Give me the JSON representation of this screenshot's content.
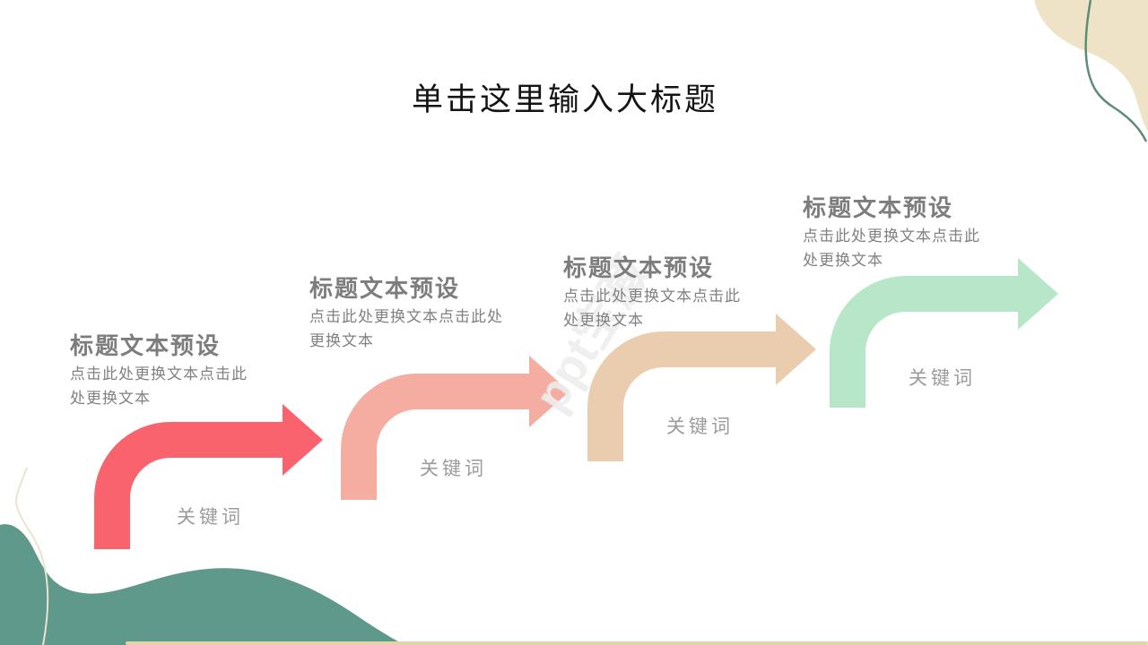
{
  "slide": {
    "title": "单击这里输入大标题"
  },
  "watermark": {
    "text": "ppt宝藏"
  },
  "sections": [
    {
      "heading": "标题文本预设",
      "body": "点击此处更换文本点击此处更换文本",
      "keyword": "关键词",
      "arrow_color": "#F8636E"
    },
    {
      "heading": "标题文本预设",
      "body": "点击此处更换文本点击此处更换文本",
      "keyword": "关键词",
      "arrow_color": "#F4ADA0"
    },
    {
      "heading": "标题文本预设",
      "body": "点击此处更换文本点击此处更换文本",
      "keyword": "关键词",
      "arrow_color": "#EACDAE"
    },
    {
      "heading": "标题文本预设",
      "body": "点击此处更换文本点击此处更换文本",
      "keyword": "关键词",
      "arrow_color": "#B7E7C8"
    }
  ],
  "decor": {
    "corner_blob_color": "#EFE3C7",
    "corner_line_color": "#5D8D77",
    "bottom_blob_color": "#5F998C",
    "bottom_line_color": "#EAE3CE",
    "bottom_strip_color": "#E4D2A9"
  },
  "text_colors": {
    "title": "#141414",
    "heading": "#7D7D7D",
    "body": "#818181",
    "keyword": "#9B9B9B"
  }
}
